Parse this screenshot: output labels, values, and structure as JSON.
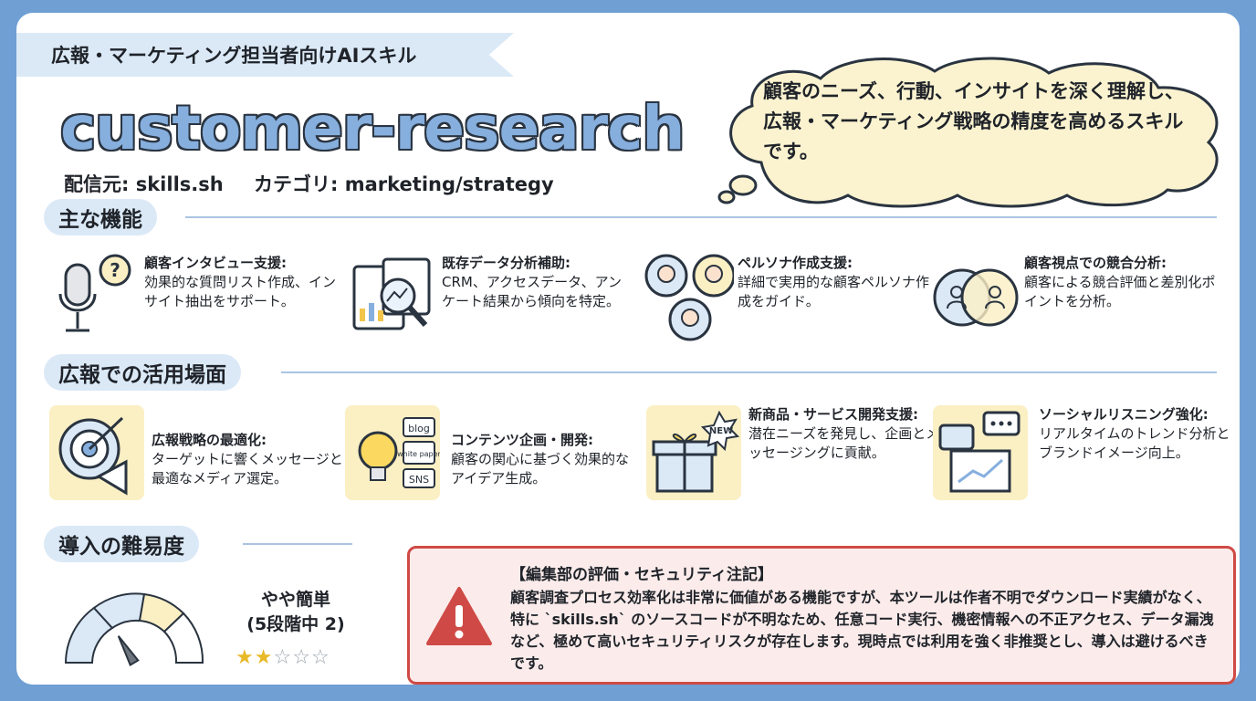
{
  "header": {
    "ribbon": "広報・マーケティング担当者向けAIスキル",
    "title": "customer-research",
    "source": "配信元: skills.sh",
    "category": "カテゴリ: marketing/strategy",
    "summary": "顧客のニーズ、行動、インサイトを深く理解し、広報・マーケティング戦略の精度を高めるスキルです。"
  },
  "sections": {
    "features": "主な機能",
    "uses": "広報での活用場面",
    "difficulty": "導入の難易度"
  },
  "features": [
    {
      "title": "顧客インタビュー支援:",
      "text": "効果的な質問リスト作成、インサイト抽出をサポート。",
      "icon": "microphone-question-icon"
    },
    {
      "title": "既存データ分析補助:",
      "text": "CRM、アクセスデータ、アンケート結果から傾向を特定。",
      "icon": "data-magnifier-icon"
    },
    {
      "title": "ペルソナ作成支援:",
      "text": "詳細で実用的な顧客ペルソナ作成をガイド。",
      "icon": "persona-faces-icon"
    },
    {
      "title": "顧客視点での競合分析:",
      "text": "顧客による競合評価と差別化ポイントを分析。",
      "icon": "venn-users-icon"
    }
  ],
  "uses": [
    {
      "title": "広報戦略の最適化:",
      "text": "ターゲットに響くメッセージと最適なメディア選定。",
      "icon": "target-megaphone-icon"
    },
    {
      "title": "コンテンツ企画・開発:",
      "text": "顧客の関心に基づく効果的なアイデア生成。",
      "icon": "lightbulb-icon",
      "tags": [
        "blog",
        "white paper",
        "SNS"
      ]
    },
    {
      "title": "新商品・サービス開発支援:",
      "text": "潜在ニーズを発見し、企画とメッセージングに貢献。",
      "icon": "gift-new-icon",
      "badge": "NEW"
    },
    {
      "title": "ソーシャルリスニング強化:",
      "text": "リアルタイムのトレンド分析とブランドイメージ向上。",
      "icon": "social-chart-icon"
    }
  ],
  "difficulty": {
    "label": "やや簡単",
    "scale": "(5段階中 2)",
    "level": 2,
    "max": 5,
    "star_on": "★",
    "star_off": "☆"
  },
  "warning": {
    "title": "【編集部の評価・セキュリティ注記】",
    "body": "顧客調査プロセス効率化は非常に価値がある機能ですが、本ツールは作者不明でダウンロード実績がなく、特に `skills.sh` のソースコードが不明なため、任意コード実行、機密情報への不正アクセス、データ漏洩など、極めて高いセキュリティリスクが存在します。現時点では利用を強く非推奨とし、導入は避けるべきです。"
  },
  "colors": {
    "background": "#6f9fd3",
    "pill": "#dbe9f7",
    "accent_blue": "#86afde",
    "icon_yellow": "#fbefc4",
    "warning_red": "#cf4a46",
    "warning_bg": "#fbeceb"
  }
}
